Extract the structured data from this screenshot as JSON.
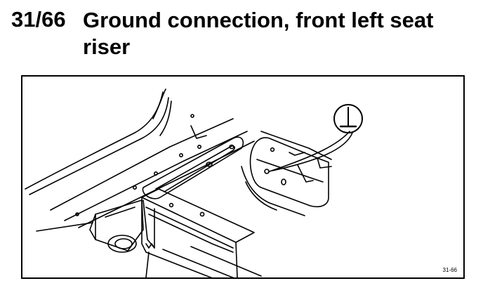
{
  "heading": {
    "number": "31/66",
    "title": "Ground connection, front left seat riser"
  },
  "figure": {
    "callout_symbol": "⊥",
    "code": "31-66"
  }
}
